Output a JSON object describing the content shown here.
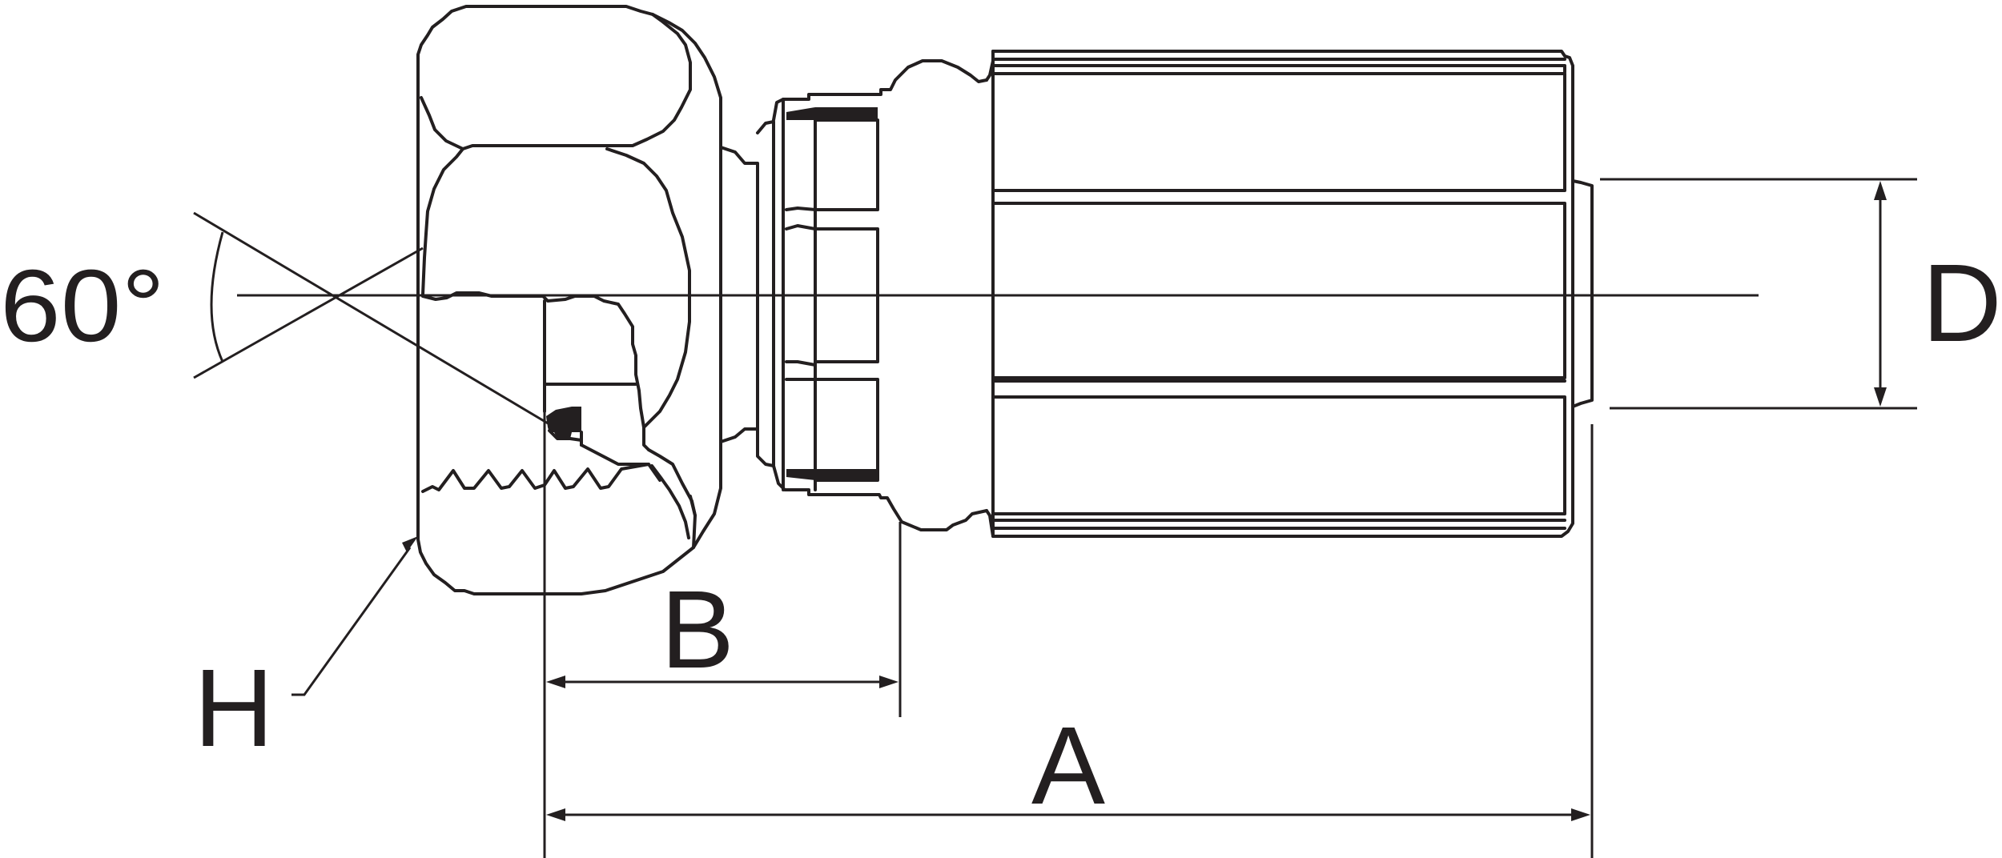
{
  "diagram": {
    "labels": {
      "angle": "60°",
      "dim_a": "A",
      "dim_b": "B",
      "dim_d": "D",
      "dim_h": "H"
    },
    "colors": {
      "line": "#231f20",
      "background": "#ffffff"
    }
  }
}
